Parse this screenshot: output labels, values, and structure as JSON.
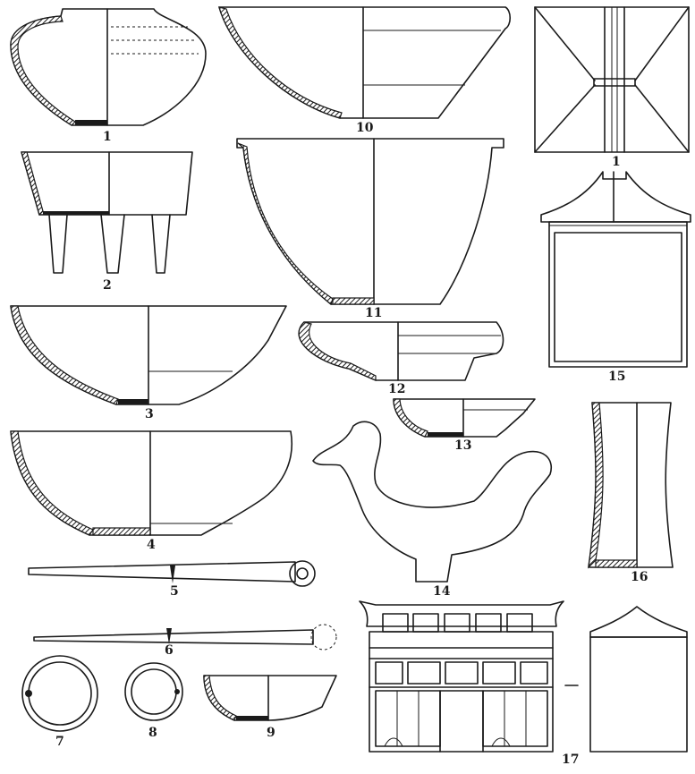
{
  "figure_labels": {
    "f1": "1",
    "f2": "2",
    "f3": "3",
    "f4": "4",
    "f5": "5",
    "f6": "6",
    "f7": "7",
    "f8": "8",
    "f9": "9",
    "f10": "10",
    "f11": "11",
    "f12": "12",
    "f13": "13",
    "f14": "14",
    "f15": "15",
    "f16": "16",
    "f17": "17",
    "f15_top": "1"
  },
  "colors": {
    "ink": "#1a1a1a",
    "paper": "#ffffff"
  }
}
